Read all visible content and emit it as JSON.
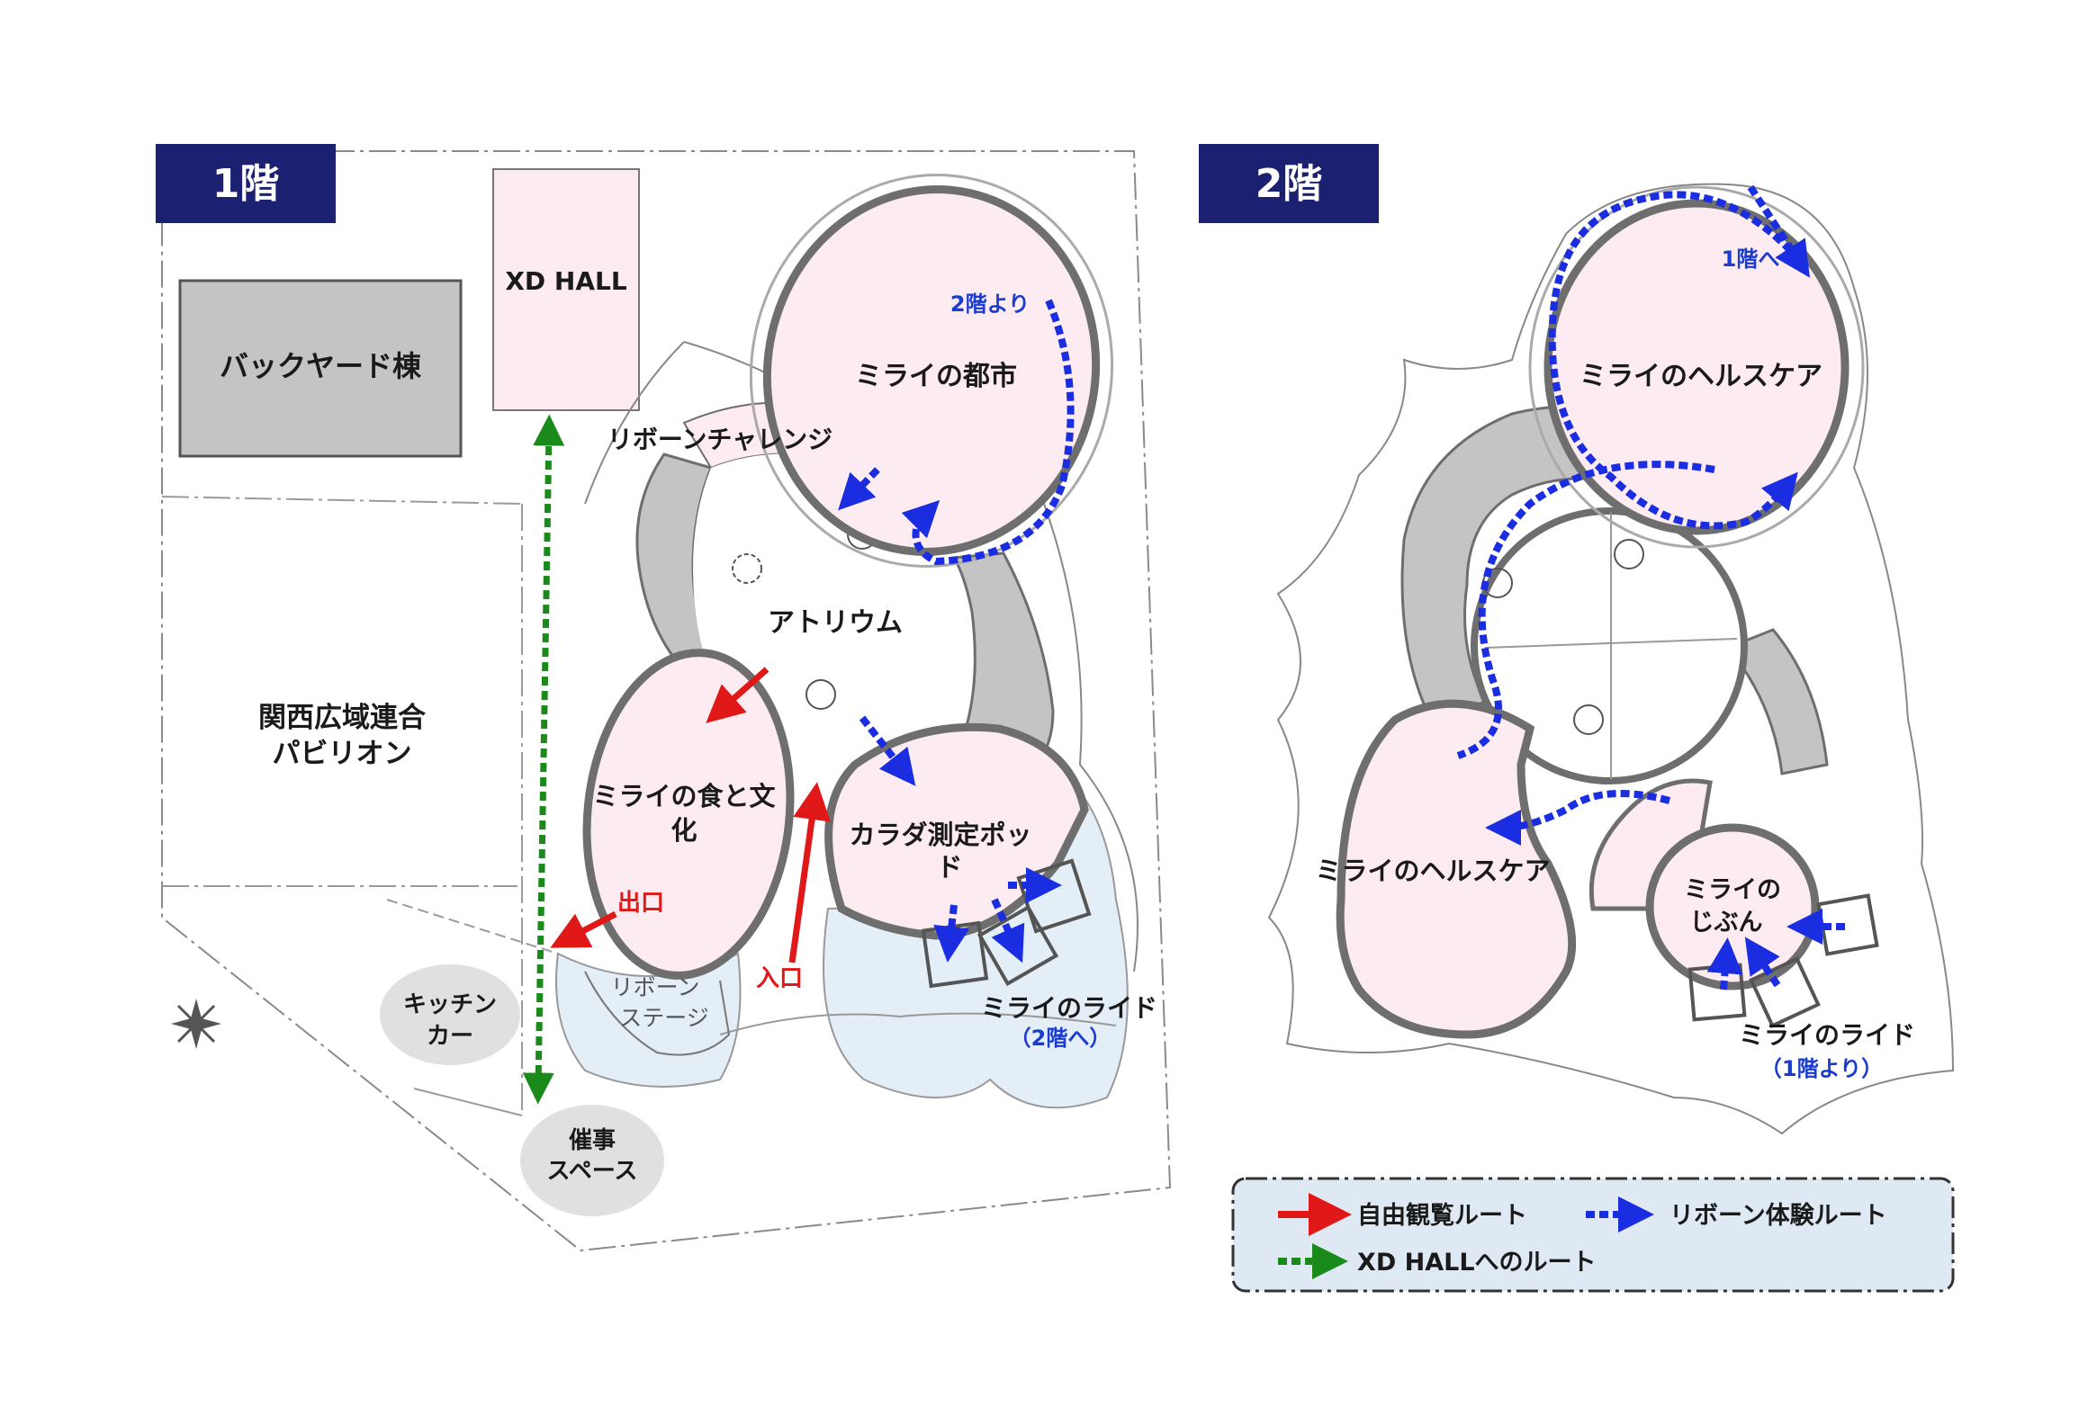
{
  "colors": {
    "badge": "#1b2170",
    "room_pink": "#fcebf0",
    "wall": "#6e6e6e",
    "gray_block": "#c4c4c4",
    "light_blue": "#e3eef7",
    "legend_bg": "#dfe9f3",
    "red_route": "#e01818",
    "blue_route": "#1a2de0",
    "green_route": "#1a8a1a"
  },
  "floor1": {
    "badge": "1階",
    "xd_hall": "XD HALL",
    "backyard": "バックヤード棟",
    "kansai_line1": "関西広域連合",
    "kansai_line2": "パビリオン",
    "ribbon_challenge": "リボーンチャレンジ",
    "mirai_city": "ミライの都市",
    "from_2f": "2階より",
    "atrium": "アトリウム",
    "food_line1": "ミライの食と文",
    "food_line2": "化",
    "body_pod_line1": "カラダ測定ポッ",
    "body_pod_line2": "ド",
    "exit": "出口",
    "entrance": "入口",
    "reborn_stage_line1": "リボーン",
    "reborn_stage_line2": "ステージ",
    "kitchen_line1": "キッチン",
    "kitchen_line2": "カー",
    "event_line1": "催事",
    "event_line2": "スペース",
    "ride": "ミライのライド",
    "ride_note": "（2階へ）"
  },
  "floor2": {
    "badge": "2階",
    "to_1f": "1階へ",
    "healthcare_top": "ミライのヘルスケア",
    "healthcare_left": "ミライのヘルスケア",
    "jibun_line1": "ミライの",
    "jibun_line2": "じぶん",
    "ride": "ミライのライド",
    "ride_note": "（1階より）"
  },
  "legend": {
    "free_route": "自由観覧ルート",
    "reborn_route": "リボーン体験ルート",
    "xd_route": "XD HALLへのルート"
  }
}
